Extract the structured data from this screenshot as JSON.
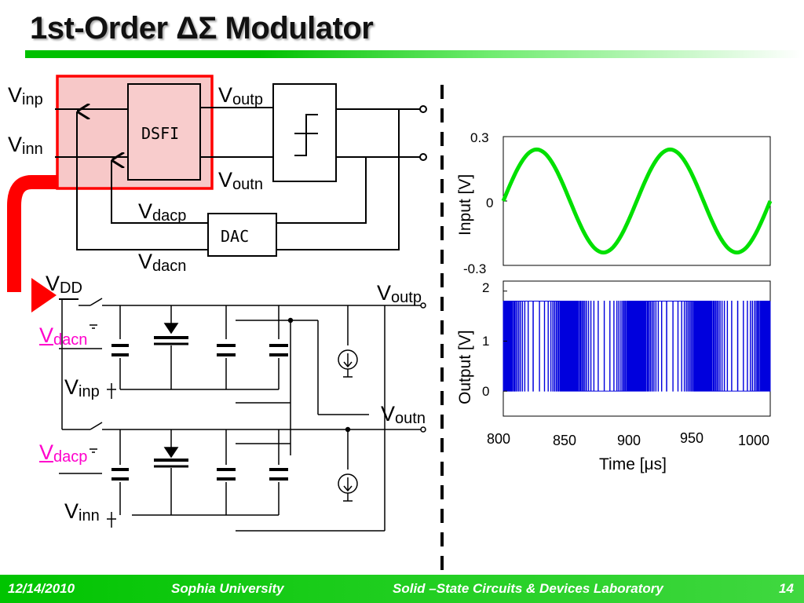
{
  "slide": {
    "title": "1st-Order ΔΣ Modulator"
  },
  "block": {
    "v_inp": "V",
    "v_inp_sub": "inp",
    "v_inn": "V",
    "v_inn_sub": "inn",
    "v_outp": "V",
    "v_outp_sub": "outp",
    "v_outn": "V",
    "v_outn_sub": "outn",
    "v_dacp": "V",
    "v_dacp_sub": "dacp",
    "v_dacn": "V",
    "v_dacn_sub": "dacn",
    "dsfi": "DSFI",
    "dac": "DAC"
  },
  "circuit": {
    "vdd": "V",
    "vdd_sub": "DD",
    "v_outp": "V",
    "v_outp_sub": "outp",
    "v_outn": "V",
    "v_outn_sub": "outn",
    "v_dacn": "V",
    "v_dacn_sub": "dacn",
    "v_dacp": "V",
    "v_dacp_sub": "dacp",
    "v_inp": "V",
    "v_inp_sub": "inp",
    "v_inn": "V",
    "v_inn_sub": "inn"
  },
  "colors": {
    "highlight_red": "#ff0000",
    "highlight_fill": "#f7c8c8",
    "dsfi_fill": "#f8cccc",
    "magenta": "#ff00cc",
    "input_trace": "#00e000",
    "output_trace": "#0000dd",
    "footer_green": "#00c400"
  },
  "chart_data": [
    {
      "type": "line",
      "ylabel": "Input [V]",
      "yticks": [
        "0.3",
        "0",
        "-0.3"
      ],
      "ylim": [
        -0.3,
        0.3
      ],
      "xlim": [
        800,
        1000
      ],
      "series": [
        {
          "description": "sine wave",
          "x": [
            800,
            812.5,
            825,
            837.5,
            850,
            862.5,
            875,
            887.5,
            900,
            912.5,
            925,
            937.5,
            950,
            962.5,
            975,
            987.5,
            1000
          ],
          "y": [
            0.0,
            0.17,
            0.24,
            0.17,
            0.0,
            -0.17,
            -0.24,
            -0.17,
            0.0,
            0.17,
            0.24,
            0.17,
            0.0,
            -0.17,
            -0.24,
            -0.17,
            0.0
          ]
        }
      ]
    },
    {
      "type": "line",
      "ylabel": "Output [V]",
      "yticks": [
        "2",
        "1",
        "0"
      ],
      "ylim": [
        -0.5,
        2.2
      ],
      "xlabel": "Time [μs]",
      "xticks": [
        "800",
        "850",
        "900",
        "950",
        "1000"
      ],
      "xlim": [
        800,
        1000
      ],
      "series": [
        {
          "description": "pulse density modulated output switching between 0 and 1.8",
          "low": 0.0,
          "high": 1.8
        }
      ]
    }
  ],
  "footer": {
    "date": "12/14/2010",
    "university": "Sophia University",
    "lab": "Solid –State Circuits & Devices Laboratory",
    "page": "14"
  }
}
